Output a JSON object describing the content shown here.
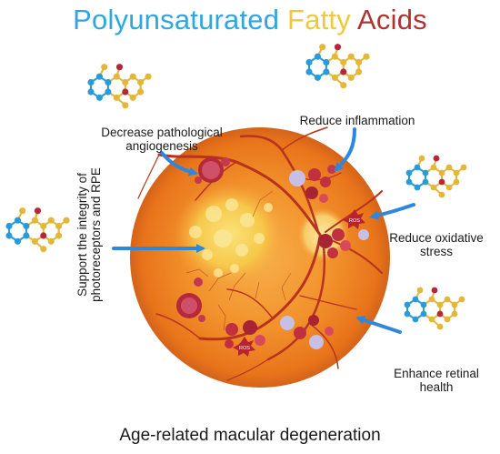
{
  "title": {
    "word1": "Polyunsaturated",
    "word2": "Fatty",
    "word3": "Acids",
    "color1": "#2ea6e0",
    "color2": "#eec93a",
    "color3": "#b03333"
  },
  "labels": {
    "angiogenesis_line1": "Decrease pathological",
    "angiogenesis_line2": "angiogenesis",
    "inflammation": "Reduce inflammation",
    "oxidative_line1": "Reduce oxidative",
    "oxidative_line2": "stress",
    "integrity_line1": "Support the integrity of",
    "integrity_line2": "photoreceptors and RPE",
    "retinal_line1": "Enhance retinal",
    "retinal_line2": "health",
    "ros": "ROS"
  },
  "caption": "Age-related macular degeneration",
  "colors": {
    "arrow": "#2f86dd",
    "molecule_blue": "#2a9bd8",
    "molecule_yellow": "#e3b73a",
    "molecule_red": "#b5283a",
    "retina_outer": "#e8741a",
    "retina_inner": "#f5a03a",
    "vessel": "#b8331f"
  }
}
